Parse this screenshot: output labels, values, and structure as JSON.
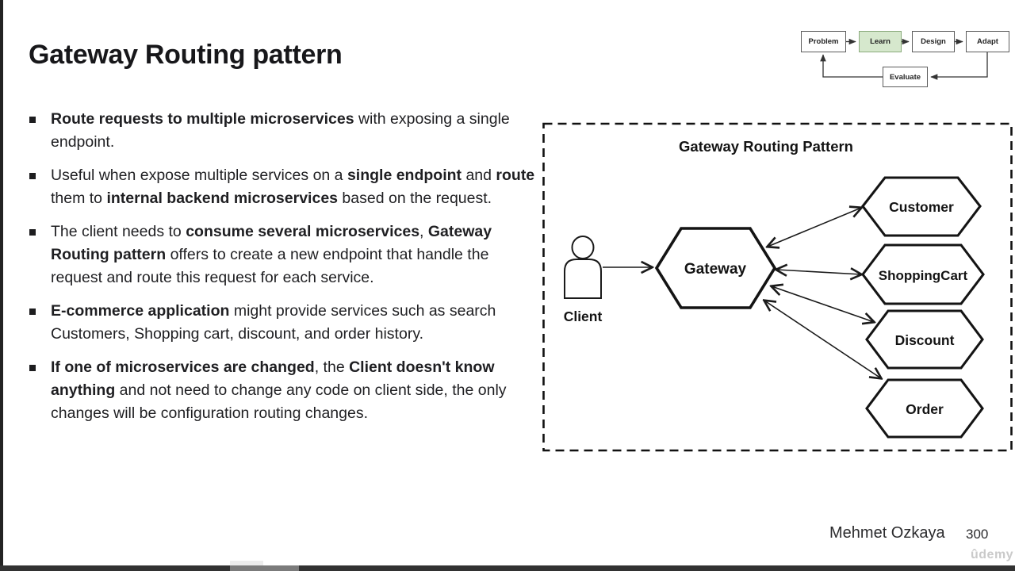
{
  "slide": {
    "title": "Gateway Routing pattern",
    "footer": {
      "author": "Mehmet Ozkaya",
      "page_number": "300"
    },
    "watermark": "ûdemy"
  },
  "learning_cycle": {
    "boxes": [
      {
        "label": "Problem"
      },
      {
        "label": "Learn",
        "highlighted": true
      },
      {
        "label": "Design"
      },
      {
        "label": "Adapt"
      },
      {
        "label": "Evaluate"
      }
    ],
    "highlight_fill": "#d6e8cd",
    "highlight_border": "#8aab7c"
  },
  "bullets": [
    {
      "segments": [
        {
          "text": "Route requests to multiple microservices",
          "bold": true
        },
        {
          "text": " with exposing a single endpoint.",
          "bold": false
        }
      ]
    },
    {
      "segments": [
        {
          "text": "Useful when expose multiple services on a ",
          "bold": false
        },
        {
          "text": "single endpoint",
          "bold": true
        },
        {
          "text": " and ",
          "bold": false
        },
        {
          "text": "route",
          "bold": true
        },
        {
          "text": " them to ",
          "bold": false
        },
        {
          "text": "internal backend microservices",
          "bold": true
        },
        {
          "text": " based on the request.",
          "bold": false
        }
      ]
    },
    {
      "segments": [
        {
          "text": "The client needs to ",
          "bold": false
        },
        {
          "text": "consume several microservices",
          "bold": true
        },
        {
          "text": ", ",
          "bold": false
        },
        {
          "text": "Gateway Routing pattern",
          "bold": true
        },
        {
          "text": " offers to create a new endpoint that handle the request and route this request for each service.",
          "bold": false
        }
      ]
    },
    {
      "segments": [
        {
          "text": "E-commerce application",
          "bold": true
        },
        {
          "text": " might provide services such as search Customers, Shopping cart, discount, and order history.",
          "bold": false
        }
      ]
    },
    {
      "segments": [
        {
          "text": "If one of microservices are changed",
          "bold": true
        },
        {
          "text": ", the ",
          "bold": false
        },
        {
          "text": "Client doesn't know anything",
          "bold": true
        },
        {
          "text": " and not need to change any code on client side, the only changes will be configuration routing changes.",
          "bold": false
        }
      ]
    }
  ],
  "diagram": {
    "title": "Gateway Routing Pattern",
    "client_label": "Client",
    "gateway_label": "Gateway",
    "services": [
      "Customer",
      "ShoppingCart",
      "Discount",
      "Order"
    ],
    "line_color": "#1a1a1a"
  }
}
